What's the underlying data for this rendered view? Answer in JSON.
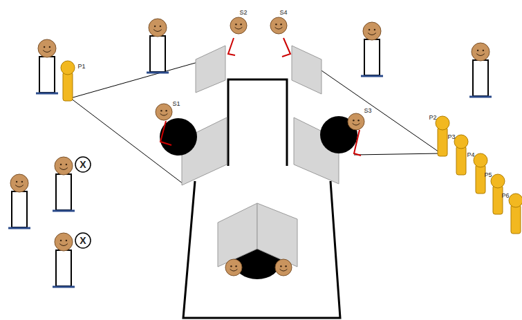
{
  "diagram": {
    "labels": [
      "S2",
      "S4",
      "S1",
      "S3",
      "P1",
      "P2",
      "P3",
      "P4",
      "P5",
      "P6",
      "X",
      "X"
    ]
  }
}
